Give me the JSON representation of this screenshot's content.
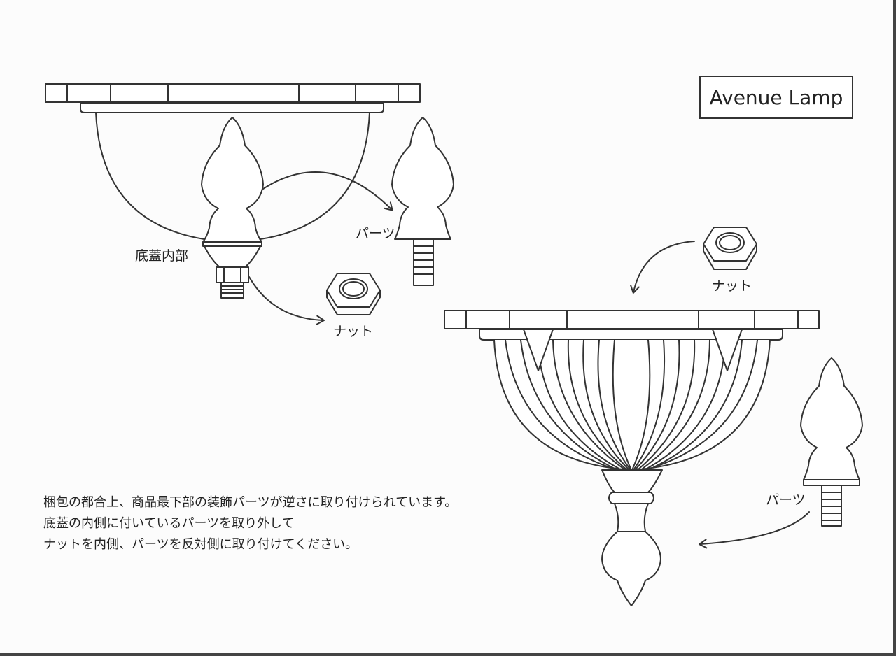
{
  "title": "Avenue Lamp",
  "labels": {
    "bottom_cover_inside": "底蓋内部",
    "parts_top": "パーツ",
    "nut_left": "ナット",
    "nut_right": "ナット",
    "parts_right": "パーツ"
  },
  "instructions": [
    "梱包の都合上、商品最下部の装飾パーツが逆さに取り付けられています。",
    "底蓋の内側に付いているパーツを取り外して",
    "ナットを内側、パーツを反対側に取り付けてください。"
  ],
  "colors": {
    "line": "#333333",
    "background": "#fcfcfc"
  }
}
